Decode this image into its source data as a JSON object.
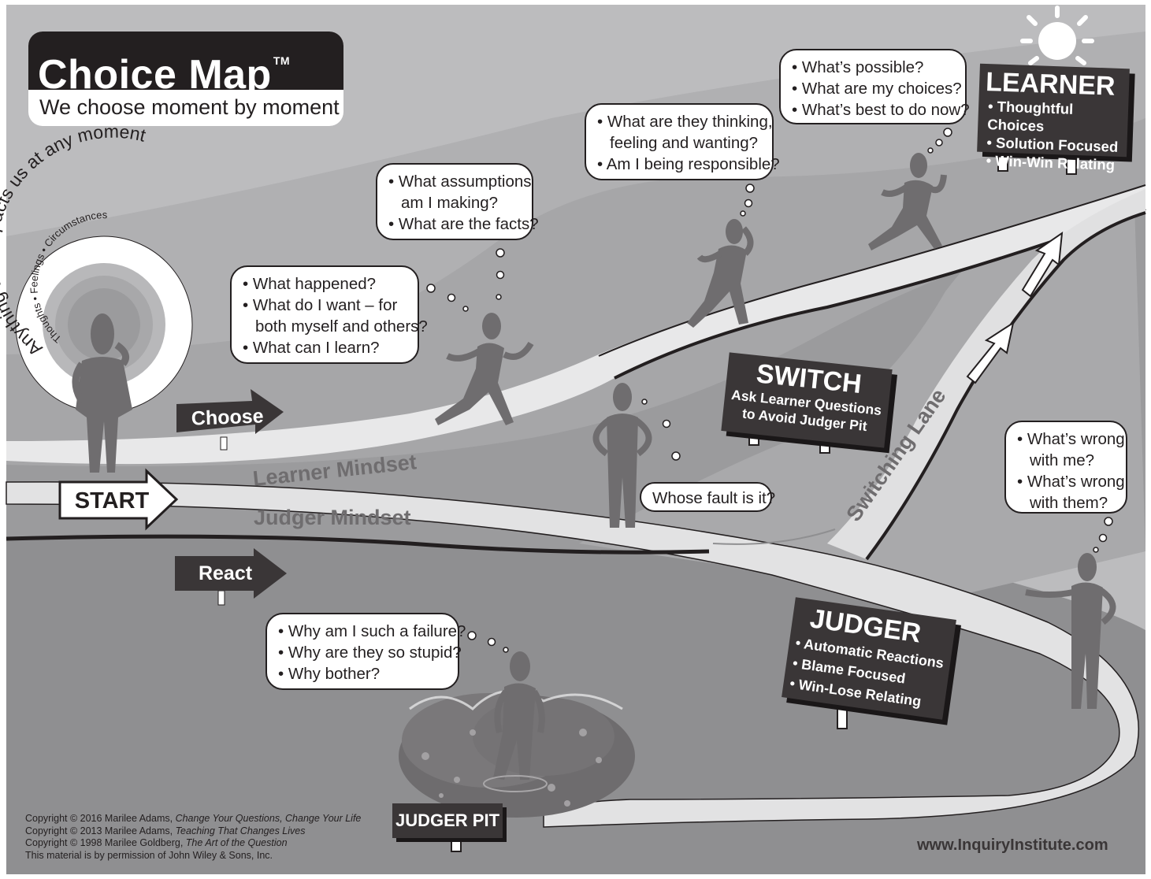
{
  "title": {
    "main": "Choice Map",
    "tm": "TM",
    "subtitle": "We choose moment by moment"
  },
  "circle": {
    "outer_text": "Anything that impacts us at any moment",
    "inner_text": "Thoughts • Feelings • Circumstances"
  },
  "arrows": {
    "start": "START",
    "choose": "Choose",
    "react": "React"
  },
  "paths": {
    "learner": "Learner Mindset",
    "judger": "Judger Mindset",
    "switching": "Switching Lane"
  },
  "bubbles": {
    "what_happened": [
      "• What happened?",
      "• What do I want – for",
      "both myself and others?",
      "• What can I learn?"
    ],
    "assumptions": [
      "• What assumptions",
      "am I making?",
      "• What are the facts?"
    ],
    "thinking": [
      "• What are they thinking,",
      "feeling and wanting?",
      "• Am I being responsible?"
    ],
    "possible": [
      "• What’s possible?",
      "• What are my choices?",
      "• What’s best to do now?"
    ],
    "fault": [
      "Whose fault is it?"
    ],
    "wrong": [
      "• What’s wrong",
      "with me?",
      "• What’s wrong",
      "with them?"
    ],
    "failure": [
      "• Why am I such a failure?",
      "• Why are they so stupid?",
      "• Why bother?"
    ]
  },
  "signs": {
    "learner": {
      "title": "LEARNER",
      "items": [
        "• Thoughtful Choices",
        "• Solution Focused",
        "• Win-Win Relating"
      ]
    },
    "switch": {
      "title": "SWITCH",
      "lines": [
        "Ask Learner Questions",
        "to Avoid Judger Pit"
      ]
    },
    "judger": {
      "title": "JUDGER",
      "items": [
        "• Automatic Reactions",
        "• Blame Focused",
        "• Win-Lose Relating"
      ]
    },
    "pit": {
      "title": "JUDGER PIT"
    }
  },
  "copyright": {
    "l1_a": "Copyright © 2016 Marilee Adams, ",
    "l1_b": "Change Your Questions, Change Your Life",
    "l2_a": "Copyright © 2013 Marilee Adams, ",
    "l2_b": "Teaching That Changes Lives",
    "l3_a": "Copyright © 1998 Marilee Goldberg, ",
    "l3_b": "The Art of the Question",
    "l4": "This material is by permission of John Wiley & Sons, Inc."
  },
  "url": "www.InquiryInstitute.com",
  "colors": {
    "sky": "#bcbcbe",
    "hill": "#a3a3a5",
    "low_ground": "#8f8f91",
    "path": "#e2e2e3",
    "figure": "#6f6d6f",
    "sign": "#3a3637",
    "ink": "#231f20"
  }
}
